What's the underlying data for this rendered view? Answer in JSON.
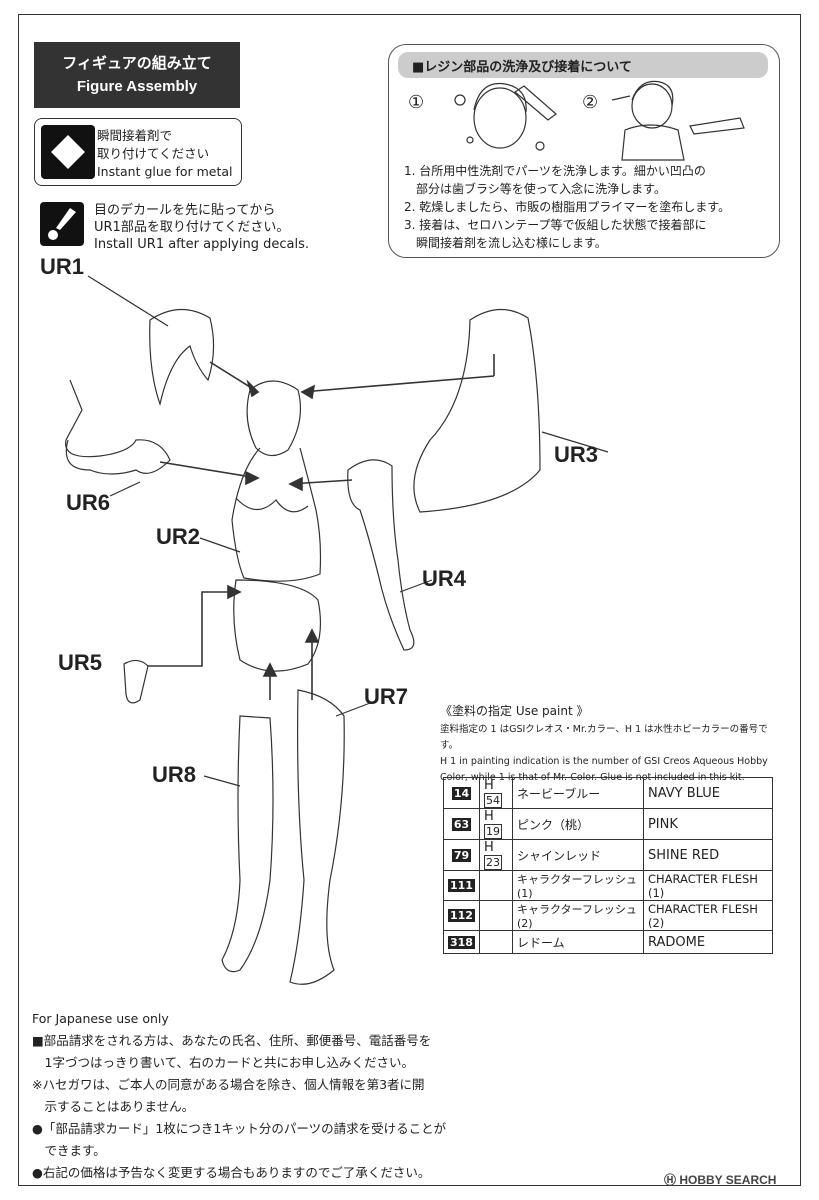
{
  "header": {
    "title_jp": "フィギュアの組み立て",
    "title_en": "Figure Assembly"
  },
  "glue": {
    "icon": "diamond-icon",
    "line1": "瞬間接着剤で",
    "line2": "取り付けてください",
    "line3": "Instant glue for metal"
  },
  "decal_note": {
    "icon": "brush-icon",
    "line1": "目のデカールを先に貼ってから",
    "line2": "UR1部品を取り付けてください。",
    "line3": "Install UR1 after applying decals."
  },
  "resin": {
    "title": "■レジン部品の洗浄及び接着について",
    "step1": "①",
    "step2": "②",
    "lines": [
      "1. 台所用中性洗剤でパーツを洗浄します。細かい凹凸の",
      "　部分は歯ブラシ等を使って入念に洗浄します。",
      "2. 乾燥しましたら、市販の樹脂用プライマーを塗布します。",
      "3. 接着は、セロハンテープ等で仮組した状態で接着部に",
      "　瞬間接着剤を流し込む様にします。"
    ]
  },
  "parts": {
    "ur1": "UR1",
    "ur2": "UR2",
    "ur3": "UR3",
    "ur4": "UR4",
    "ur5": "UR5",
    "ur6": "UR6",
    "ur7": "UR7",
    "ur8": "UR8"
  },
  "paint": {
    "heading": "《塗料の指定 Use paint 》",
    "note_jp": "塗料指定の 1 はGSIクレオス・Mr.カラー、H 1 は水性ホビーカラーの番号です。",
    "note_en1": "H 1 in painting indication is the number of GSI Creos Aqueous Hobby",
    "note_en2": "Color, while 1 is that of Mr. Color. Glue is not included in this kit.",
    "rows": [
      {
        "code": "14",
        "h": "54",
        "jp": "ネービーブルー",
        "en": "NAVY BLUE"
      },
      {
        "code": "63",
        "h": "19",
        "jp": "ピンク（桃）",
        "en": "PINK"
      },
      {
        "code": "79",
        "h": "23",
        "jp": "シャインレッド",
        "en": "SHINE RED"
      },
      {
        "code": "111",
        "h": "",
        "jp": "キャラクターフレッシュ (1)",
        "en": "CHARACTER FLESH (1)"
      },
      {
        "code": "112",
        "h": "",
        "jp": "キャラクターフレッシュ (2)",
        "en": "CHARACTER FLESH (2)"
      },
      {
        "code": "318",
        "h": "",
        "jp": "レドーム",
        "en": "RADOME"
      }
    ]
  },
  "japan_use": {
    "heading": "For Japanese use only",
    "lines": [
      "■部品請求をされる方は、あなたの氏名、住所、郵便番号、電話番号を",
      "　1字づつはっきり書いて、右のカードと共にお申し込みください。",
      "※ハセガワは、ご本人の同意がある場合を除き、個人情報を第3者に開",
      "　示することはありません。",
      "●「部品請求カード」1枚につき1キット分のパーツの請求を受けることが",
      "　できます。",
      "●右記の価格は予告なく変更する場合もありますのでご了承ください。"
    ]
  },
  "watermark": "Ⓗ HOBBY SEARCH"
}
